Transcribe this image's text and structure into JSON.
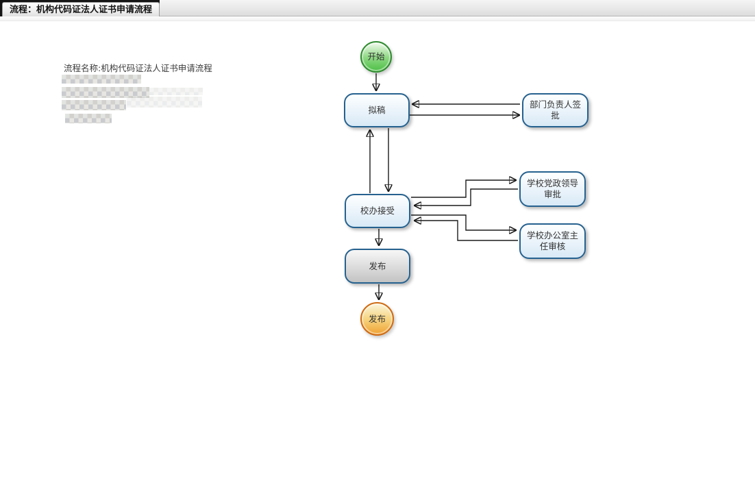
{
  "window": {
    "tab_title": "流程：机构代码证法人证书申请流程"
  },
  "panel": {
    "process_name": "流程名称:机构代码证法人证书申请流程",
    "redacted_note": "four short lines of pixelated (mosaic-censored) text below the process name"
  },
  "diagram": {
    "nodes": {
      "start": {
        "label": "开始",
        "type": "start-circle"
      },
      "draft": {
        "label": "拟稿",
        "type": "task"
      },
      "dept": {
        "label": "部门负责人签批",
        "type": "task"
      },
      "office": {
        "label": "校办接受",
        "type": "task"
      },
      "party": {
        "label": "学校党政领导审批",
        "type": "task"
      },
      "director": {
        "label": "学校办公室主任审核",
        "type": "task"
      },
      "publish": {
        "label": "发布",
        "type": "task-done"
      },
      "end": {
        "label": "发布",
        "type": "end-circle"
      }
    },
    "edges": [
      {
        "from": "start",
        "to": "draft"
      },
      {
        "from": "dept",
        "to": "draft"
      },
      {
        "from": "draft",
        "to": "dept"
      },
      {
        "from": "office",
        "to": "draft"
      },
      {
        "from": "draft",
        "to": "office"
      },
      {
        "from": "office",
        "to": "party"
      },
      {
        "from": "party",
        "to": "office"
      },
      {
        "from": "office",
        "to": "director"
      },
      {
        "from": "director",
        "to": "office"
      },
      {
        "from": "office",
        "to": "publish"
      },
      {
        "from": "publish",
        "to": "end"
      }
    ]
  },
  "colors": {
    "task_border": "#25618f",
    "task_fill_bottom": "#d8e9f6",
    "done_fill_bottom": "#c3c3c3",
    "start_border": "#2f8b2f",
    "start_fill": "#4cbf45",
    "end_border": "#cf6a12",
    "end_fill": "#f0a132",
    "edge": "#1a1a1a",
    "tabbar_black": "#151515"
  }
}
